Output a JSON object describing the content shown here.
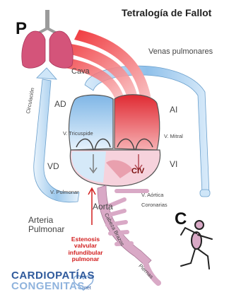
{
  "title": "Tetralogía de Fallot",
  "letters": {
    "p": "P",
    "c": "C"
  },
  "labels": {
    "venas_pulmonares": "Venas pulmonares",
    "cava": "Cava",
    "circulacion": "Circulación",
    "ad": "AD",
    "ai": "AI",
    "v_tricuspide": "V. Tricuspide",
    "v_mitral": "V. Mitral",
    "vd": "VD",
    "vi": "VI",
    "civ": "CIV",
    "v_pulmonar": "V. Pulmonar",
    "v_aortica": "V. Aórtica",
    "coronarias": "Coronarias",
    "aorta": "Aorta",
    "arteria_pulmonar": "Arteria\nPulmonar",
    "cabeza_brazos": "Cabeza Brazos",
    "piernas": "Piernas",
    "estenosis": "Estenosis valvular infundibular pulmonar"
  },
  "logo": {
    "line1": "CARDIOPATÍAS",
    "line2": "CONGENITAS",
    "suffix": ".net"
  },
  "colors": {
    "blue": "#9cc8ec",
    "red": "#e8323a",
    "pink": "#d9a9c6",
    "lung": "#d4547a",
    "gray": "#8a8a8a"
  }
}
